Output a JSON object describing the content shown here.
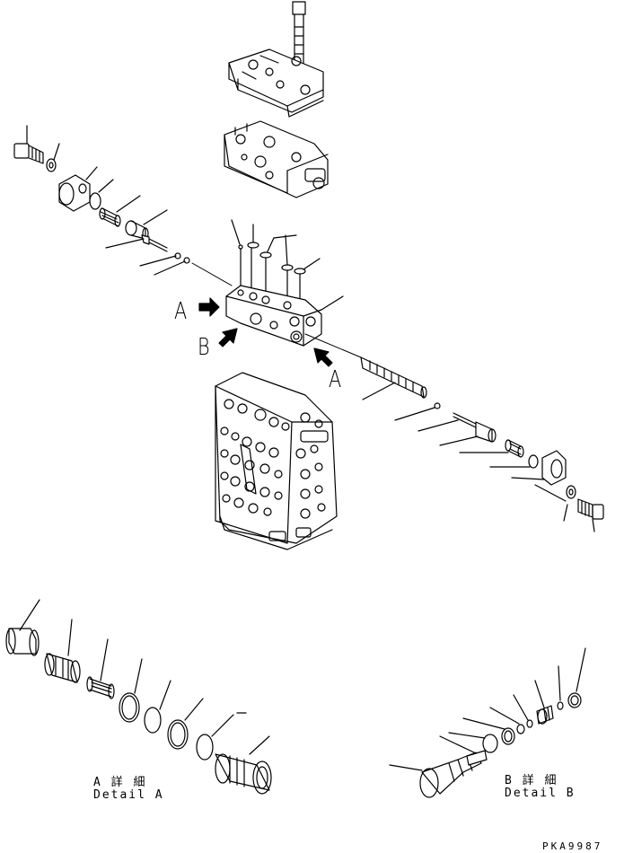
{
  "view_labels": {
    "a_upper": "A",
    "b_upper": "B",
    "a_lower": "A"
  },
  "detail_a": {
    "japanese": "A 詳 細",
    "english": "Detail A"
  },
  "detail_b": {
    "japanese": "B 詳 細",
    "english": "Detail B"
  },
  "drawing_code": "PKA9987"
}
